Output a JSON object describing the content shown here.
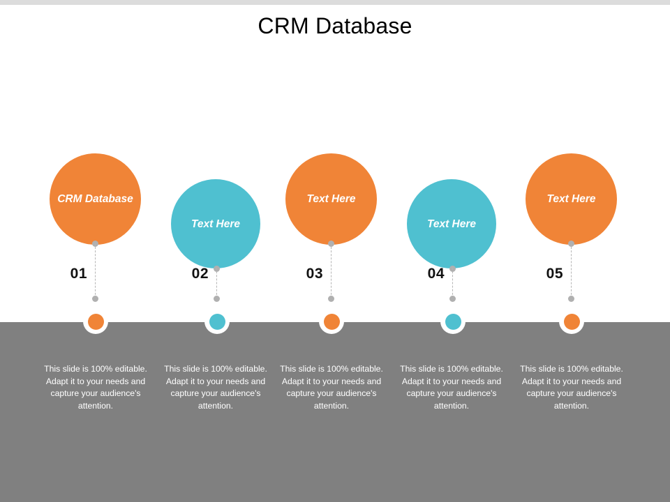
{
  "slide": {
    "title": "CRM Database",
    "colors": {
      "orange": "#F08437",
      "teal": "#4FC0D0",
      "band_grey": "#808080",
      "top_strip_grey": "#DCDCDC",
      "dash_grey": "#B5B5B5",
      "number_black": "#111111",
      "text_white": "#FFFFFF",
      "background": "#FFFFFF"
    }
  },
  "items": [
    {
      "number": "01",
      "bubble_label": "CRM Database",
      "color": "#F08437",
      "position": "up",
      "body": "This slide is 100% editable. Adapt it to your needs and capture your audience's attention."
    },
    {
      "number": "02",
      "bubble_label": "Text Here",
      "color": "#4FC0D0",
      "position": "down",
      "body": "This slide is 100% editable. Adapt it to your needs and capture your audience's attention."
    },
    {
      "number": "03",
      "bubble_label": "Text Here",
      "color": "#F08437",
      "position": "up",
      "body": "This slide is 100% editable. Adapt it to your needs and capture your audience's attention."
    },
    {
      "number": "04",
      "bubble_label": "Text Here",
      "color": "#4FC0D0",
      "position": "down",
      "body": "This slide is 100% editable. Adapt it to your needs and capture your audience's attention."
    },
    {
      "number": "05",
      "bubble_label": "Text Here",
      "color": "#F08437",
      "position": "up",
      "body": "This slide is 100% editable. Adapt it to your needs and capture your audience's attention."
    }
  ]
}
